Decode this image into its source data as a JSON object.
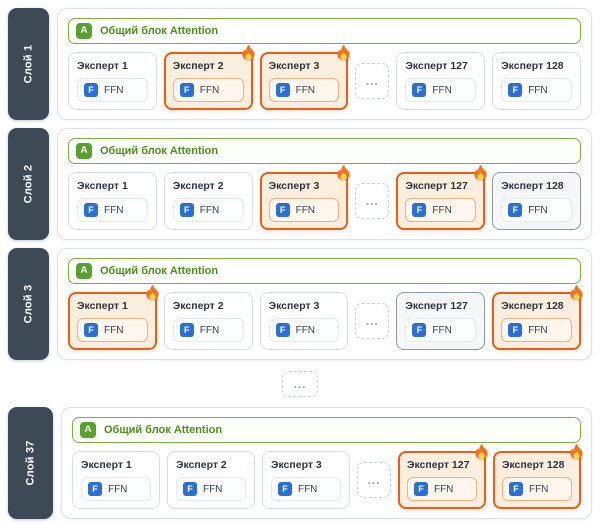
{
  "attention": {
    "icon": "A",
    "label": "Общий блок Attention"
  },
  "ffn": {
    "icon": "F",
    "label": "FFN"
  },
  "ellipsis": "...",
  "colors": {
    "hot_border": "#e55f1d",
    "hot_bg": "#fdeedd",
    "attention_green": "#57a22e",
    "ffn_blue": "#2b6fd4",
    "layer_tab_bg": "#3e4956"
  },
  "layers": [
    {
      "label": "Слой 1",
      "experts": [
        {
          "name": "Эксперт 1",
          "state": "normal"
        },
        {
          "name": "Эксперт 2",
          "state": "hot"
        },
        {
          "name": "Эксперт 3",
          "state": "hot"
        },
        {
          "name": "Эксперт 127",
          "state": "normal"
        },
        {
          "name": "Эксперт 128",
          "state": "normal"
        }
      ]
    },
    {
      "label": "Слой 2",
      "experts": [
        {
          "name": "Эксперт 1",
          "state": "normal"
        },
        {
          "name": "Эксперт 2",
          "state": "normal"
        },
        {
          "name": "Эксперт 3",
          "state": "hot"
        },
        {
          "name": "Эксперт 127",
          "state": "hot"
        },
        {
          "name": "Эксперт 128",
          "state": "dim"
        }
      ]
    },
    {
      "label": "Слой 3",
      "experts": [
        {
          "name": "Эксперт 1",
          "state": "hot"
        },
        {
          "name": "Эксперт 2",
          "state": "normal"
        },
        {
          "name": "Эксперт 3",
          "state": "normal"
        },
        {
          "name": "Эксперт 127",
          "state": "dim"
        },
        {
          "name": "Эксперт 128",
          "state": "hot"
        }
      ]
    },
    {
      "label": "Слой 37",
      "experts": [
        {
          "name": "Эксперт 1",
          "state": "normal"
        },
        {
          "name": "Эксперт 2",
          "state": "normal"
        },
        {
          "name": "Эксперт 3",
          "state": "normal"
        },
        {
          "name": "Эксперт 127",
          "state": "hot"
        },
        {
          "name": "Эксперт 128",
          "state": "hot"
        }
      ]
    }
  ]
}
